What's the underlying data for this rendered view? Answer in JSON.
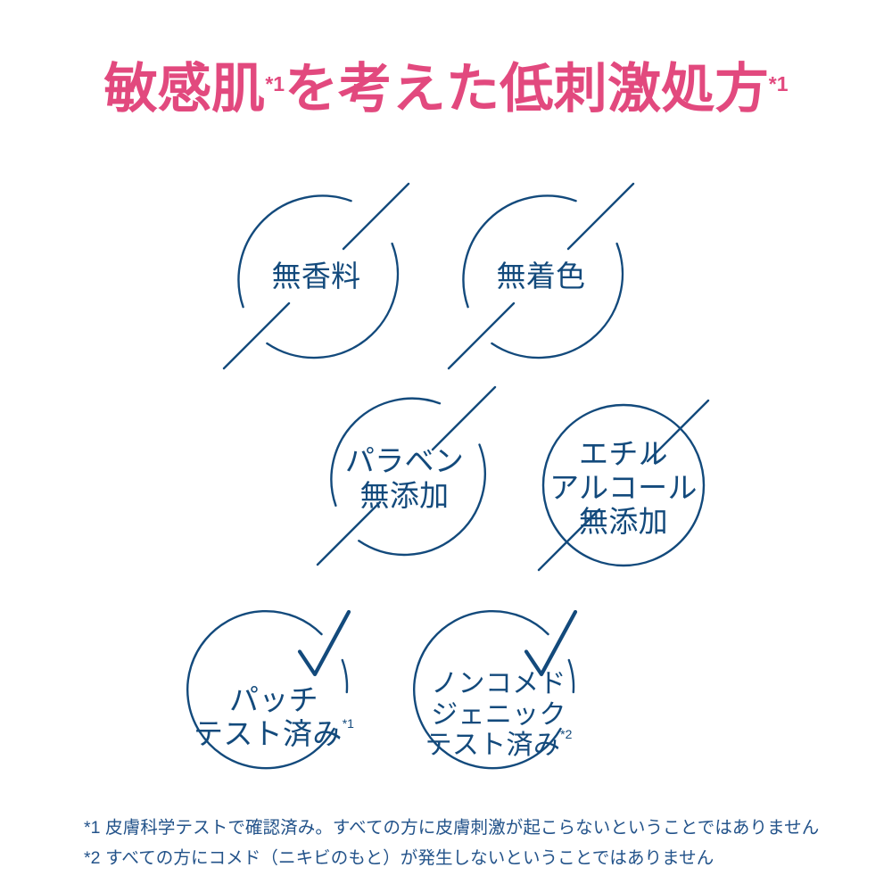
{
  "colors": {
    "accent_pink": "#E2497E",
    "navy": "#134A7C",
    "footnote_navy": "#23538A",
    "background": "#FFFFFF"
  },
  "title": {
    "part1": "敏感肌",
    "sup1": "*1",
    "part2": "を考えた低刺激処方",
    "sup2": "*1"
  },
  "badges": [
    {
      "id": "fragrance-free",
      "mark": "slash",
      "lines": [
        "無香料"
      ],
      "sup": ""
    },
    {
      "id": "colorant-free",
      "mark": "slash",
      "lines": [
        "無着色"
      ],
      "sup": ""
    },
    {
      "id": "paraben-free",
      "mark": "slash",
      "lines": [
        "パラベン",
        "無添加"
      ],
      "sup": ""
    },
    {
      "id": "ethanol-free",
      "mark": "slash",
      "lines": [
        "エチル",
        "アルコール",
        "無添加"
      ],
      "sup": ""
    },
    {
      "id": "patch-tested",
      "mark": "check",
      "lines": [
        "パッチ",
        "テスト済み"
      ],
      "sup": "*1"
    },
    {
      "id": "non-comedogenic-tested",
      "mark": "check",
      "lines": [
        "ノンコメド",
        "ジェニック",
        "テスト済み"
      ],
      "sup": "*2"
    }
  ],
  "footnotes": [
    "*1 皮膚科学テストで確認済み。すべての方に皮膚刺激が起こらないということではありません",
    "*2 すべての方にコメド（ニキビのもと）が発生しないということではありません"
  ]
}
